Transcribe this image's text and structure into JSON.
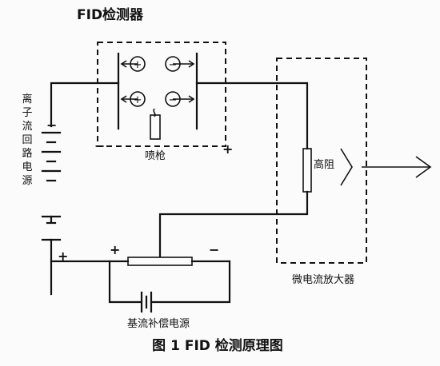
{
  "title": "FID检测器",
  "labels": {
    "nozzle": "喷枪",
    "ion_supply": "离子流回路电源",
    "resistor": "高阻",
    "amplifier": "微电流放大器",
    "compensation_supply": "基流补偿电源"
  },
  "signs": {
    "detector_minus": "−",
    "detector_plus": "+",
    "ion_supply_minus": "−",
    "ion_supply_plus": "+",
    "rheostat_plus": "+",
    "rheostat_minus": "−"
  },
  "ions": [
    "+",
    "−",
    "+",
    "−"
  ],
  "caption": "图 1   FID 检测原理图"
}
